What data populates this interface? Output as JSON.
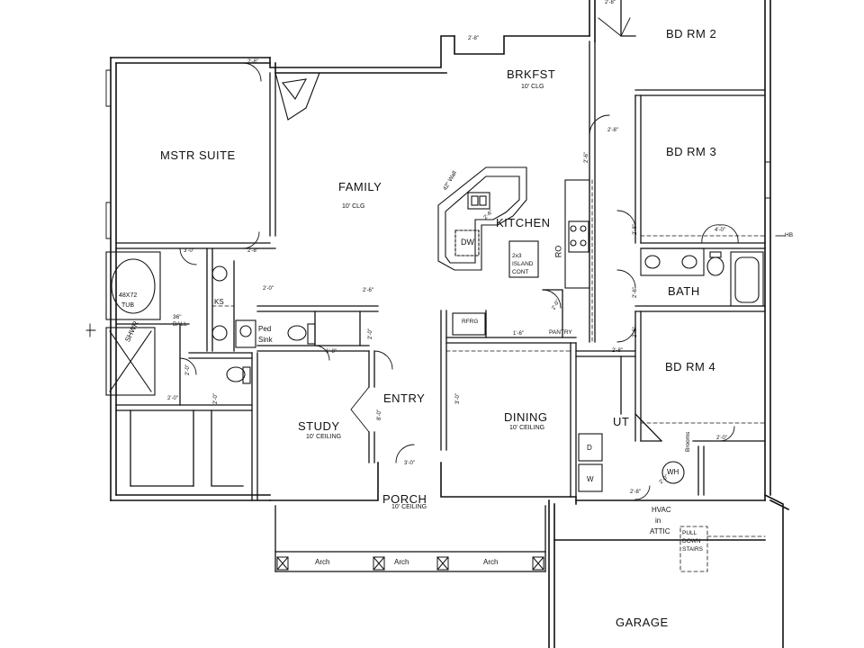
{
  "rooms": {
    "bd_rm_2": "BD RM 2",
    "brkfst": "BRKFST",
    "brkfst_clg": "10' CLG",
    "mstr_suite": "MSTR SUITE",
    "family": "FAMILY",
    "family_clg": "10' CLG",
    "bd_rm_3": "BD RM 3",
    "kitchen": "KITCHEN",
    "bath": "BATH",
    "entry": "ENTRY",
    "study": "STUDY",
    "study_clg": "10' CEILING",
    "dining": "DINING",
    "dining_clg": "10' CEILING",
    "bd_rm_4": "BD RM 4",
    "ut": "UT",
    "porch": "PORCH",
    "porch_clg": "10' CEILING",
    "garage": "GARAGE"
  },
  "fixtures": {
    "wall_42": "42\" Wall",
    "dw": "DW",
    "ro": "RO",
    "island_1": "2x3",
    "island_2": "ISLAND",
    "island_3": "CONT",
    "tub": "48X72",
    "tub_2": "TUB",
    "ball_1": "36\"",
    "ball_2": "BALL",
    "ks": "KS",
    "ped_1": "Ped",
    "ped_2": "Sink",
    "shwr": "SHWR",
    "rfrg": "RFRG",
    "pantry": "PANTRY",
    "hvac_1": "HVAC",
    "hvac_2": "in",
    "hvac_3": "ATTIC",
    "pull_1": "PULL",
    "pull_2": "DOWN",
    "pull_3": "STAIRS",
    "hb": "HB",
    "wh": "WH",
    "d": "D",
    "w": "W",
    "brooms": "Brooms"
  },
  "arches": {
    "a1": "Arch",
    "a2": "Arch",
    "a3": "Arch"
  },
  "dimensions": {
    "d1": "2'-8\"",
    "d2": "2'-8\"",
    "d3": "2'-8\"",
    "d4": "2'-8\"",
    "d5": "2'-8\"",
    "d6": "3'-0\"",
    "d7": "3'-0\"",
    "d8": "2'-0\"",
    "d9": "2'-0\"",
    "d10": "2'-0\"",
    "d11": "1'-8\"",
    "d12": "2'-0\"",
    "d13": "1'-6\"",
    "d14": "2'-6\"",
    "d15": "2'-6\"",
    "d16": "2'-6\"",
    "d17": "3'-0\"",
    "d18": "2'-0\"",
    "d19": "2'-8\"",
    "d20": "4'-0\"",
    "d21": "2'-0\"",
    "d22": "2'-8\"",
    "d23": "2'-0\"",
    "d24": "8'-0\"",
    "d25": "2'-8\"",
    "d26": "2'-6\"",
    "d27": "2'-6\"",
    "d28": "2'-0\""
  }
}
